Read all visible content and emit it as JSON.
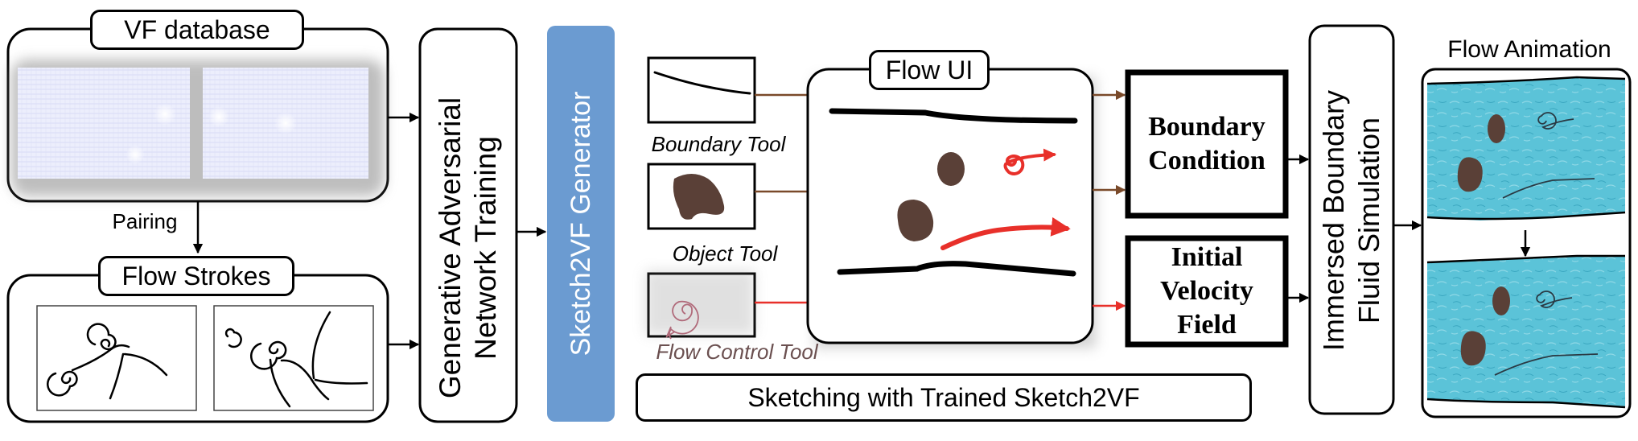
{
  "vf_database": {
    "title": "VF database"
  },
  "pairing": {
    "label": "Pairing"
  },
  "flow_strokes": {
    "title": "Flow Strokes"
  },
  "gan_training": {
    "line1": "Generative Adversarial",
    "line2": "Network Training"
  },
  "generator": {
    "label": "Sketch2VF Generator",
    "color": "#6b9bd1"
  },
  "tools": {
    "boundary": "Boundary Tool",
    "object": "Object Tool",
    "flow_control": "Flow Control Tool"
  },
  "flow_ui": {
    "title": "Flow UI"
  },
  "sketching_banner": {
    "label": "Sketching with Trained Sketch2VF"
  },
  "boundary_condition": {
    "line1": "Boundary",
    "line2": "Condition"
  },
  "initial_velocity": {
    "line1": "Initial",
    "line2": "Velocity",
    "line3": "Field"
  },
  "simulation": {
    "line1": "Immersed Boundary",
    "line2": "Fluid Simulation"
  },
  "flow_animation": {
    "title": "Flow Animation"
  },
  "colors": {
    "stroke": "#000000",
    "object_brown": "#5a4037",
    "arrow_brown": "#7a4a2a",
    "arrow_red": "#e8302a",
    "fluid_blue": "#5bc3d8",
    "flow_control_text": "#6b5050",
    "vf_tint": "#e9e9fb"
  }
}
